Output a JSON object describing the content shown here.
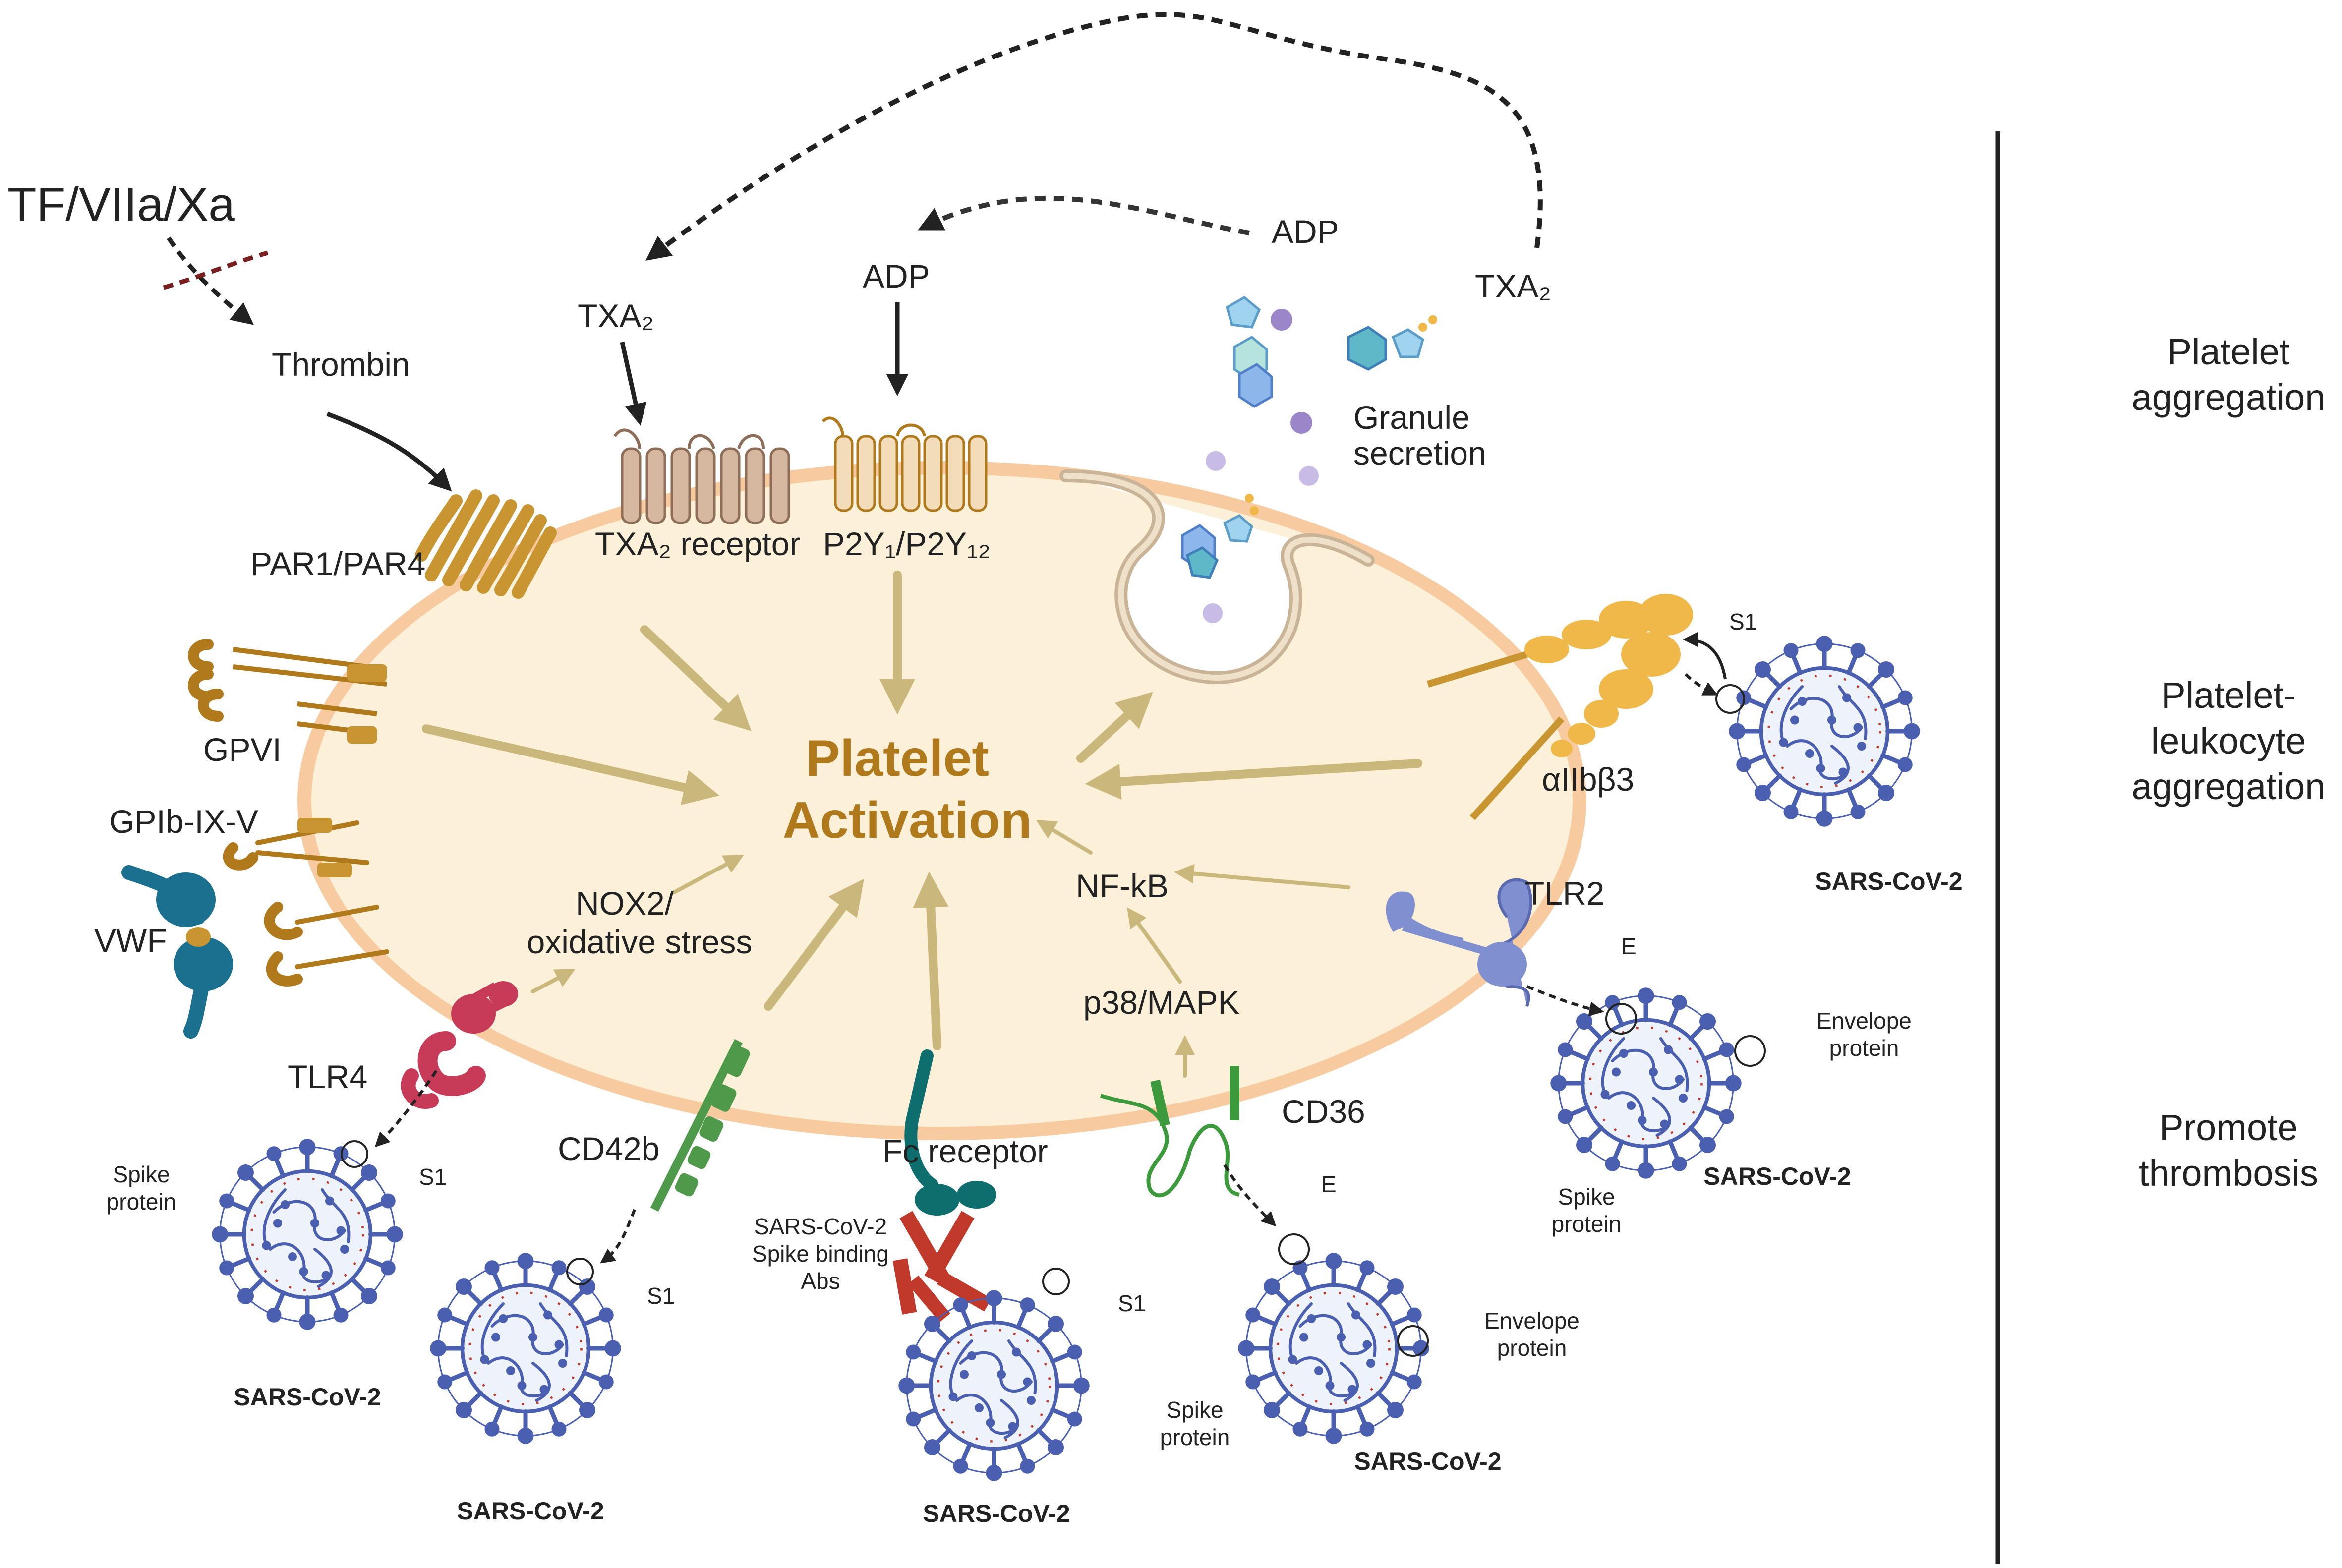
{
  "labels": {
    "tf": "TF/VIIa/Xa",
    "thrombin": "Thrombin",
    "txa2_top": "TXA₂",
    "adp_top": "ADP",
    "adp_secreted": "ADP",
    "txa2_secreted": "TXA₂",
    "granule_line1": "Granule",
    "granule_line2": "secretion",
    "par": "PAR1/PAR4",
    "txa2_receptor": "TXA₂ receptor",
    "p2y": "P2Y₁/P2Y₁₂",
    "gpvi": "GPVI",
    "gpib": "GPIb-IX-V",
    "vwf": "VWF",
    "activation_line1": "Platelet",
    "activation_line2": "Activation",
    "nox_line1": "NOX2/",
    "nox_line2": "oxidative stress",
    "nfkb": "NF-kB",
    "p38": "p38/MAPK",
    "aiib": "αIIbβ3",
    "tlr2": "TLR2",
    "tlr4": "TLR4",
    "cd42b": "CD42b",
    "fc": "Fc receptor",
    "cd36": "CD36",
    "abs_line1": "SARS-CoV-2",
    "abs_line2": "Spike binding",
    "abs_line3": "Abs",
    "s1": "S1",
    "e": "E",
    "spike_line1": "Spike",
    "spike_line2": "protein",
    "envelope_line1": "Envelope",
    "envelope_line2": "protein",
    "sars": "SARS-CoV-2"
  },
  "side_labels": {
    "aggregation_line1": "Platelet",
    "aggregation_line2": "aggregation",
    "leukocyte_line1": "Platelet-",
    "leukocyte_line2": "leukocyte",
    "leukocyte_line3": "aggregation",
    "thrombosis_line1": "Promote",
    "thrombosis_line2": "thrombosis"
  },
  "colors": {
    "membrane": "#f7caa0",
    "cytoplasm": "#fcf1d8",
    "receptor_gold": "#c99530",
    "receptor_beige": "#d6b8a0",
    "activation_text": "#b07a1c",
    "pathway_arrow": "#c9b77c",
    "virus_blue": "#4a5fb0",
    "spike_red": "#c0392b",
    "tlr4": "#c73b58",
    "tlr2": "#7f8fcf",
    "cd42b": "#4f9a4a",
    "cd36": "#3c9a3c",
    "fc_receptor": "#0e6e6e",
    "antibody": "#c0392b",
    "vwf": "#1b6f8f",
    "integrin": "#f0b848"
  }
}
